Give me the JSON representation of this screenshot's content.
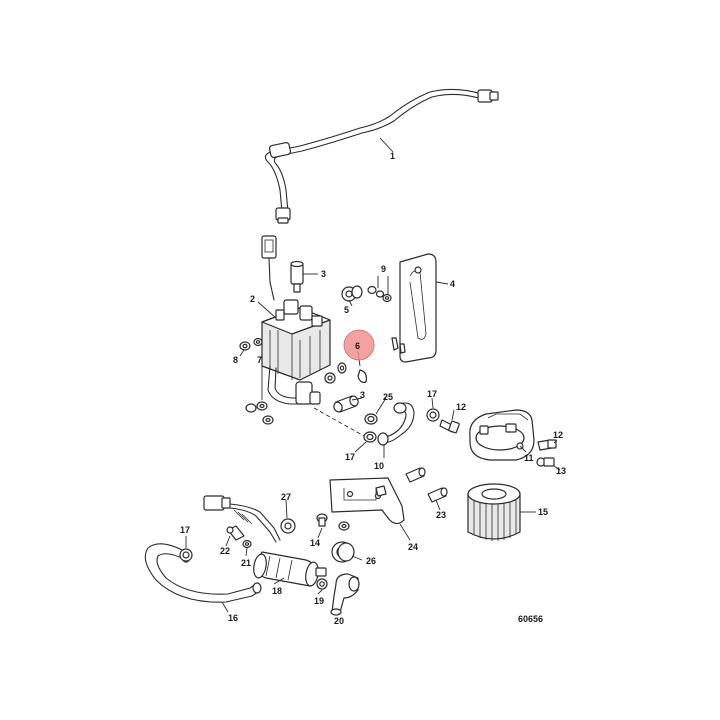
{
  "diagram": {
    "reference_number": "60656",
    "highlight_color": "#f08a8a",
    "callouts": [
      {
        "id": "c1",
        "label": "1"
      },
      {
        "id": "c2",
        "label": "2"
      },
      {
        "id": "c3a",
        "label": "3"
      },
      {
        "id": "c3b",
        "label": "3"
      },
      {
        "id": "c4",
        "label": "4"
      },
      {
        "id": "c5",
        "label": "5"
      },
      {
        "id": "c6",
        "label": "6"
      },
      {
        "id": "c7",
        "label": "7"
      },
      {
        "id": "c8",
        "label": "8"
      },
      {
        "id": "c9",
        "label": "9"
      },
      {
        "id": "c10",
        "label": "10"
      },
      {
        "id": "c11",
        "label": "11"
      },
      {
        "id": "c12a",
        "label": "12"
      },
      {
        "id": "c12b",
        "label": "12"
      },
      {
        "id": "c13",
        "label": "13"
      },
      {
        "id": "c14",
        "label": "14"
      },
      {
        "id": "c15",
        "label": "15"
      },
      {
        "id": "c16",
        "label": "16"
      },
      {
        "id": "c17a",
        "label": "17"
      },
      {
        "id": "c17b",
        "label": "17"
      },
      {
        "id": "c17c",
        "label": "17"
      },
      {
        "id": "c18",
        "label": "18"
      },
      {
        "id": "c19",
        "label": "19"
      },
      {
        "id": "c20",
        "label": "20"
      },
      {
        "id": "c21",
        "label": "21"
      },
      {
        "id": "c22",
        "label": "22"
      },
      {
        "id": "c23",
        "label": "23"
      },
      {
        "id": "c24",
        "label": "24"
      },
      {
        "id": "c25",
        "label": "25"
      },
      {
        "id": "c26",
        "label": "26"
      },
      {
        "id": "c27",
        "label": "27"
      }
    ]
  }
}
